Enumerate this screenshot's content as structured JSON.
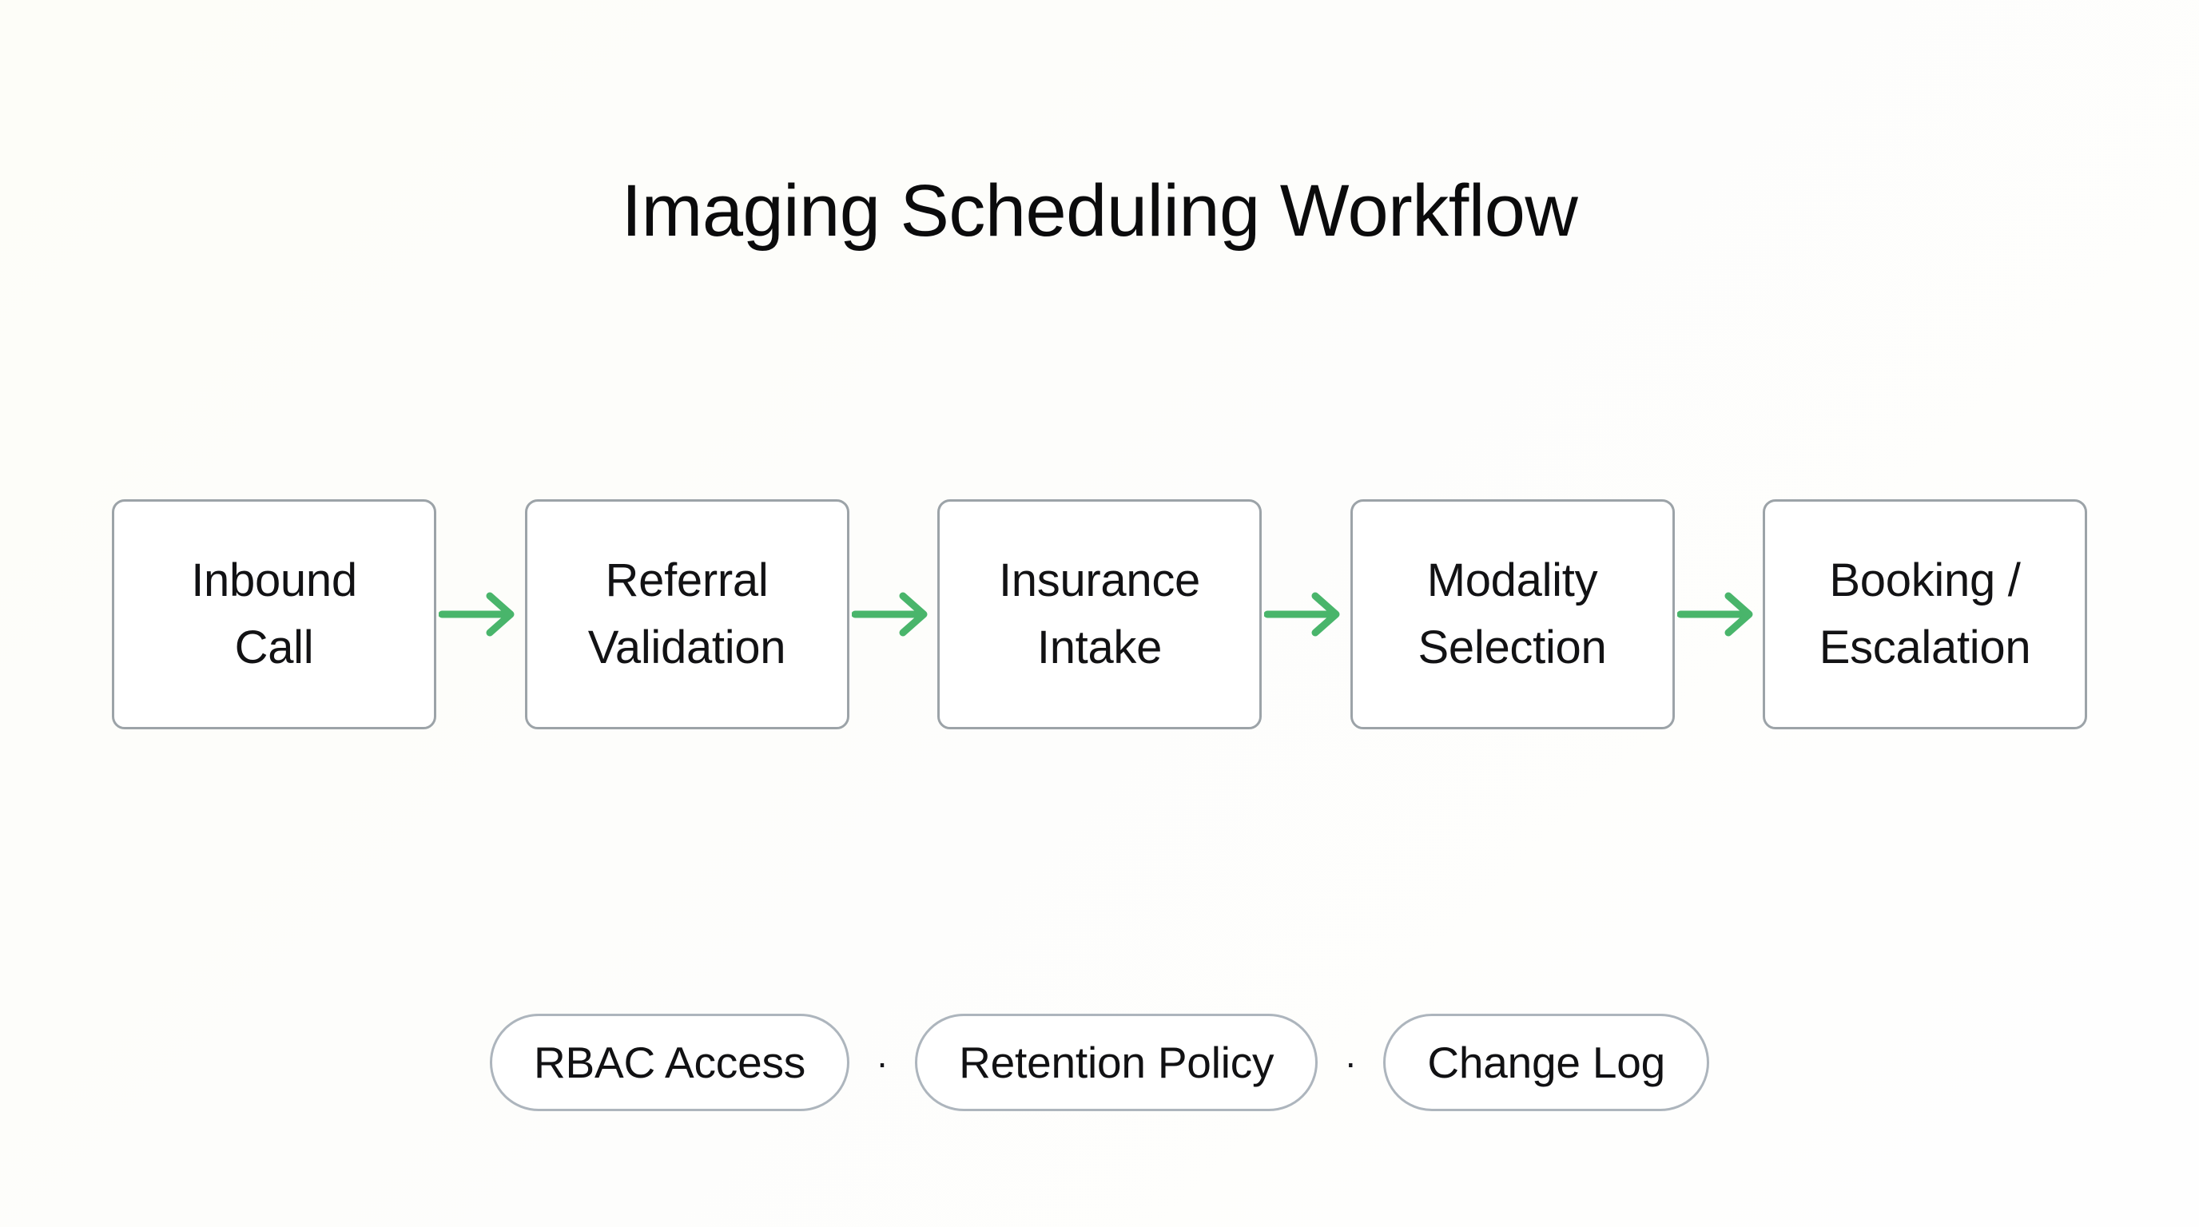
{
  "page": {
    "title": "Imaging Scheduling Workflow",
    "background_color": "#fdfdfa"
  },
  "flow": {
    "node_border_color": "#9ca3a8",
    "node_fill_color": "#ffffff",
    "arrow_color": "#49b56b",
    "arrow_icon": "arrow-right-icon",
    "nodes": [
      {
        "label": "Inbound\nCall"
      },
      {
        "label": "Referral\nValidation"
      },
      {
        "label": "Insurance\nIntake"
      },
      {
        "label": "Modality\nSelection"
      },
      {
        "label": "Booking /\nEscalation"
      }
    ]
  },
  "footer": {
    "separator": "·",
    "chip_border_color": "#adb5bd",
    "chips": [
      {
        "label": "RBAC Access"
      },
      {
        "label": "Retention Policy"
      },
      {
        "label": "Change Log"
      }
    ]
  }
}
